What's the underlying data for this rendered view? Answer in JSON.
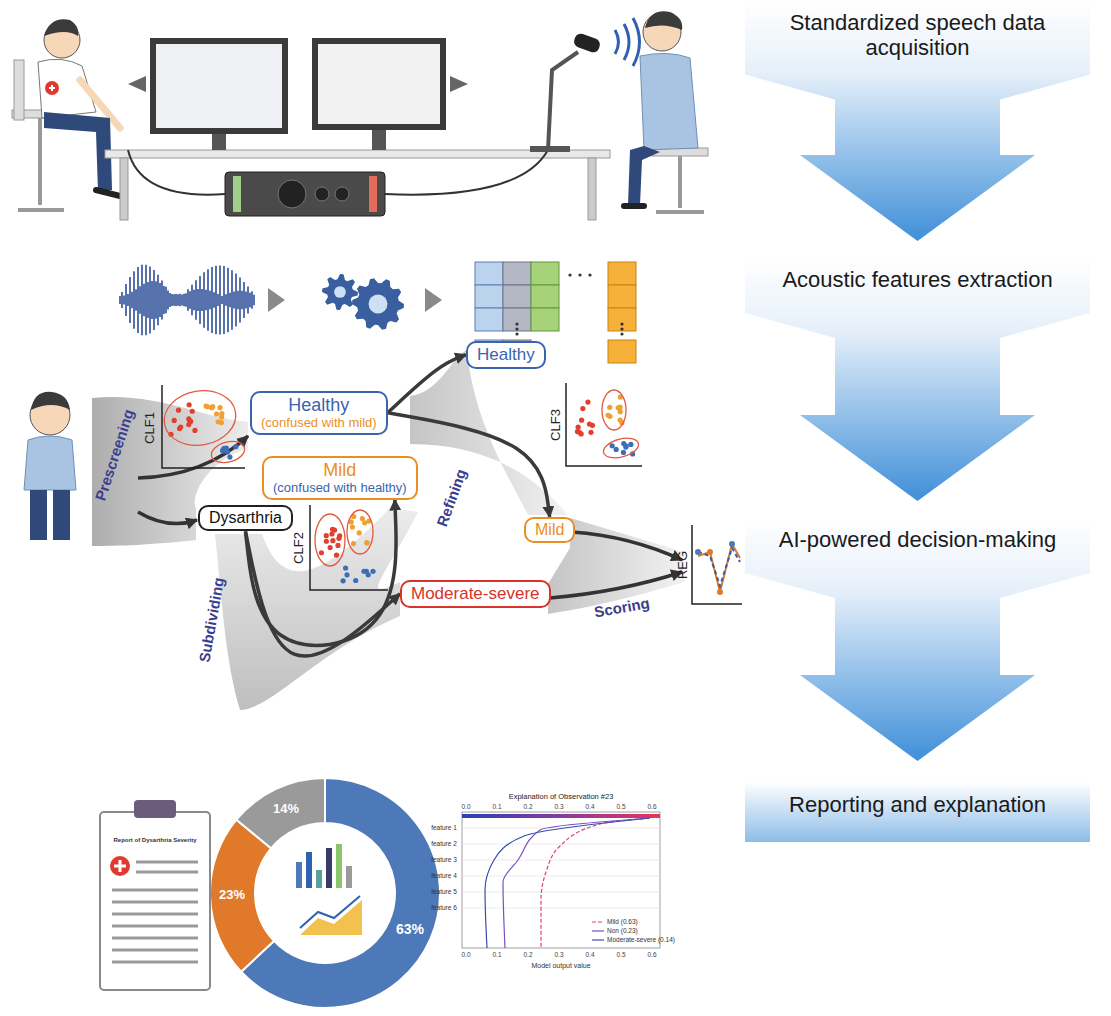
{
  "diagram": {
    "nodes": [
      {
        "text": [
          "Standardized speech data acquisition"
        ]
      },
      {
        "text": [
          "Acoustic features extraction"
        ]
      },
      {
        "text": [
          "AI-powered decision-making"
        ]
      },
      {
        "text": [
          "Reporting and explanation"
        ]
      },
      {
        "text": [
          "Healthy"
        ]
      },
      {
        "text": [
          "Healthy",
          "(confused with mild)"
        ]
      },
      {
        "text": [
          "Mild",
          "(confused with healthy)"
        ]
      },
      {
        "text": [
          "Dysarthria"
        ]
      },
      {
        "text": [
          "Mild"
        ]
      },
      {
        "text": [
          "Moderate-severe"
        ]
      }
    ],
    "edges": [
      {
        "from": 5,
        "to": 4,
        "label": "Refining",
        "arrow": "to"
      },
      {
        "from": 5,
        "to": 8,
        "arrow": "to"
      },
      {
        "from": 7,
        "to": 6,
        "label": "Subdividing",
        "arrow": "to"
      },
      {
        "from": 7,
        "to": 9,
        "arrow": "to"
      }
    ],
    "labels": [
      "Prescreening",
      "CLF1",
      "CLF2",
      "CLF3",
      "Scoring",
      "REG",
      "Report of Dysarthria Severity",
      "14%",
      "23%",
      "63%",
      "Explanation of Observation #23",
      "0.0",
      "0.1",
      "0.2",
      "0.3",
      "0.4",
      "0.5",
      "0.6",
      "feature 1",
      "feature 2",
      "feature 3",
      "feature 4",
      "feature 5",
      "feature 6",
      "0.0",
      "0.1",
      "0.2",
      "0.3",
      "0.4",
      "0.5",
      "0.6",
      "Model output value"
    ],
    "legend": [
      {
        "text": "Mild (0.63)"
      },
      {
        "text": "Non (0.23)"
      },
      {
        "text": "Moderate-severe (0.14)"
      }
    ]
  }
}
